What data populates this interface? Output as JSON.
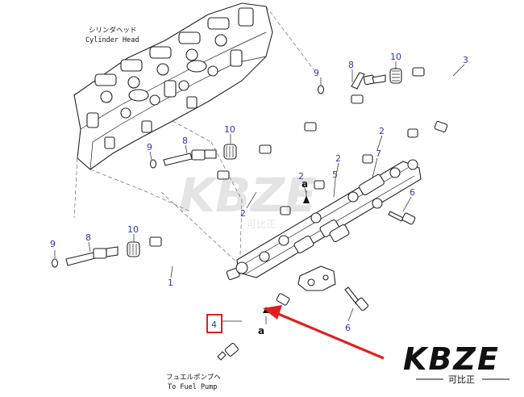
{
  "header": {
    "jp": "シリンダヘッド",
    "en": "Cylinder Head"
  },
  "footer": {
    "jp": "フュエルポンプへ",
    "en": "To Fuel Pump"
  },
  "callouts": [
    {
      "id": "c9a",
      "text": "9"
    },
    {
      "id": "c8a",
      "text": "8"
    },
    {
      "id": "c10a",
      "text": "10"
    },
    {
      "id": "c3",
      "text": "3"
    },
    {
      "id": "c2a",
      "text": "2"
    },
    {
      "id": "c10b",
      "text": "10"
    },
    {
      "id": "c8b",
      "text": "8"
    },
    {
      "id": "c9b",
      "text": "9"
    },
    {
      "id": "c2b",
      "text": "2"
    },
    {
      "id": "c7",
      "text": "7"
    },
    {
      "id": "c2c",
      "text": "2"
    },
    {
      "id": "c5",
      "text": "5"
    },
    {
      "id": "c2d",
      "text": "2"
    },
    {
      "id": "c6a",
      "text": "6"
    },
    {
      "id": "c10c",
      "text": "10"
    },
    {
      "id": "c8c",
      "text": "8"
    },
    {
      "id": "c9c",
      "text": "9"
    },
    {
      "id": "c1",
      "text": "1"
    },
    {
      "id": "c4",
      "text": "4"
    },
    {
      "id": "c6b",
      "text": "6"
    }
  ],
  "view_markers": [
    {
      "id": "a1",
      "text": "a"
    },
    {
      "id": "a2",
      "text": "a"
    }
  ],
  "watermark": {
    "brand": "KBZE",
    "sub": "可比正"
  },
  "logo": {
    "brand": "KBZE",
    "sub": "可比正"
  },
  "colors": {
    "callout": "#2b3bb5",
    "highlight": "#e02020",
    "line": "#222222"
  }
}
